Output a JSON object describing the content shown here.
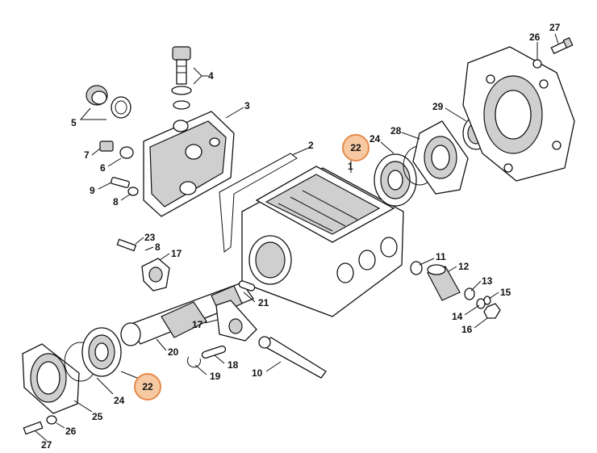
{
  "labels": {
    "p1": "1",
    "p2": "2",
    "p3": "3",
    "p4": "4",
    "p5": "5",
    "p6": "6",
    "p7": "7",
    "p8a": "8",
    "p8b": "8",
    "p9": "9",
    "p10": "10",
    "p11": "11",
    "p12": "12",
    "p13": "13",
    "p14": "14",
    "p15": "15",
    "p16": "16",
    "p17a": "17",
    "p17b": "17",
    "p18": "18",
    "p19": "19",
    "p20": "20",
    "p21": "21",
    "p23": "23",
    "p24a": "24",
    "p24b": "24",
    "p25": "25",
    "p26a": "26",
    "p26b": "26",
    "p27a": "27",
    "p27b": "27",
    "p28": "28",
    "p29": "29",
    "p22a": "22",
    "p22b": "22"
  },
  "colors": {
    "highlight_fill": "#f6c9a2",
    "highlight_stroke": "#e58a4a"
  }
}
